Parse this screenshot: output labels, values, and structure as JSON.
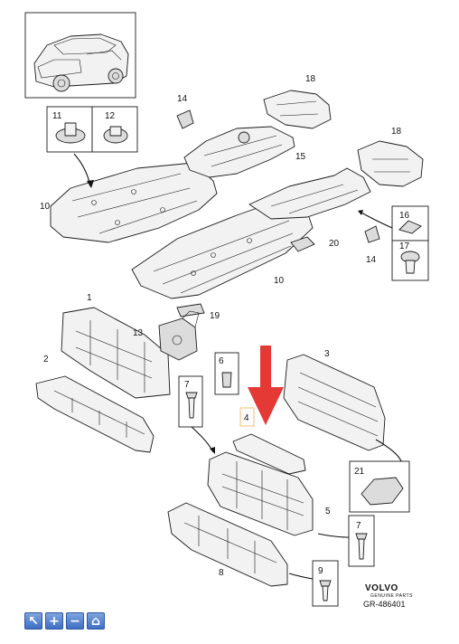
{
  "diagram": {
    "callouts": {
      "c1": "1",
      "c2": "2",
      "c3": "3",
      "c4": "4",
      "c5": "5",
      "c6": "6",
      "c7a": "7",
      "c7b": "7",
      "c8": "8",
      "c9": "9",
      "c10a": "10",
      "c10b": "10",
      "c11": "11",
      "c12": "12",
      "c13": "13",
      "c14a": "14",
      "c14b": "14",
      "c15": "15",
      "c16": "16",
      "c17": "17",
      "c18a": "18",
      "c18b": "18",
      "c19": "19",
      "c20": "20",
      "c21": "21"
    },
    "brand": {
      "name": "VOLVO",
      "tagline": "GENUINE PARTS"
    },
    "reference": "GR-486401",
    "highlight_color": "#e53935",
    "highlight_box_color": "#f3c98b"
  },
  "toolbar": {
    "buttons": [
      {
        "icon": "cursor-icon",
        "glyph": "↖"
      },
      {
        "icon": "plus-icon",
        "glyph": "+"
      },
      {
        "icon": "minus-icon",
        "glyph": "−"
      },
      {
        "icon": "home-icon",
        "glyph": "⌂"
      }
    ]
  }
}
